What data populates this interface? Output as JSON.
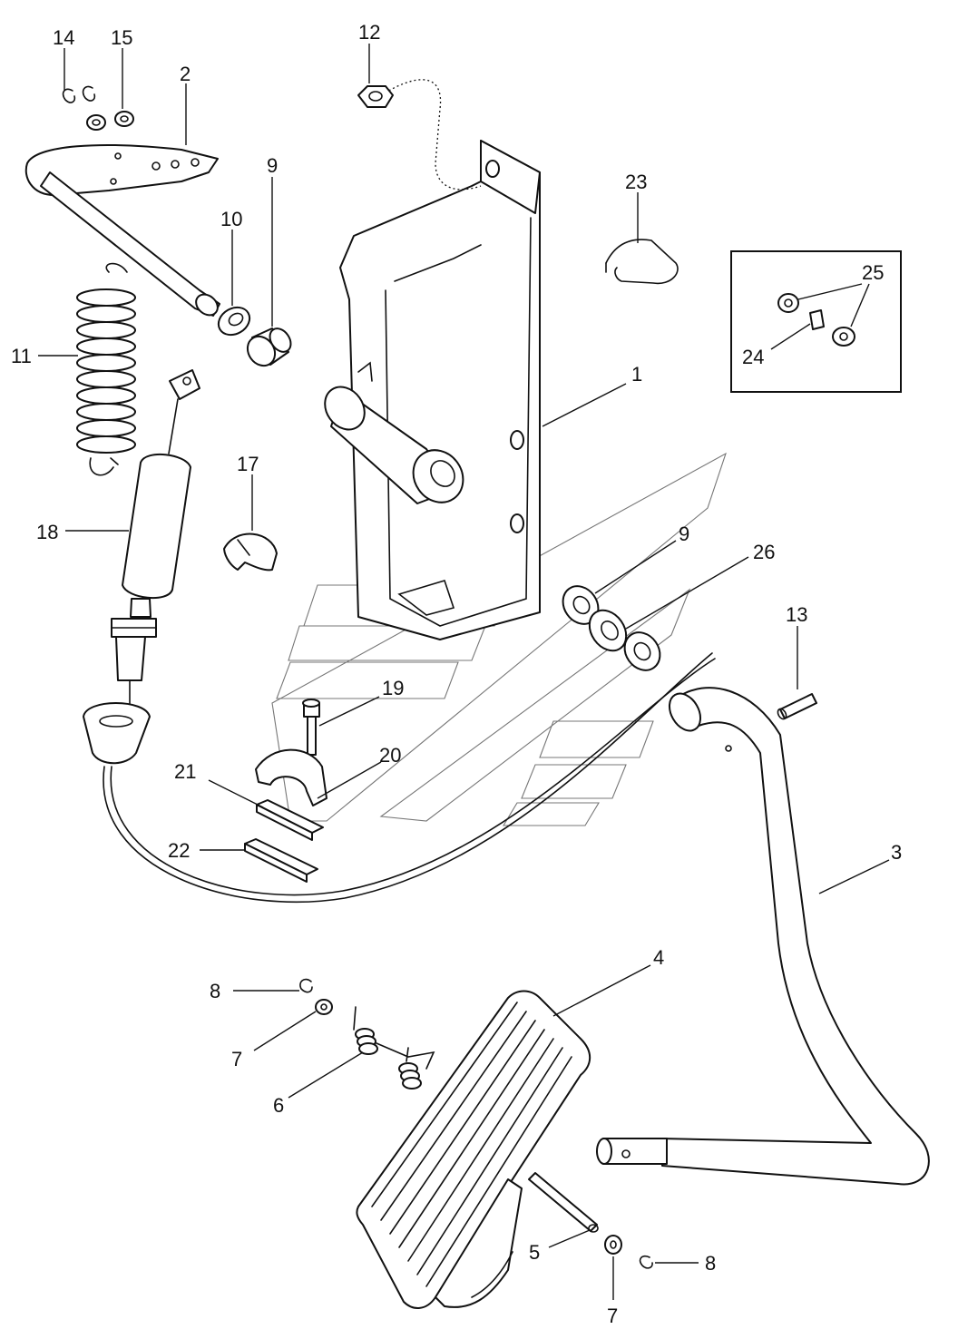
{
  "diagram": {
    "callouts": {
      "c1": "1",
      "c2": "2",
      "c3": "3",
      "c4": "4",
      "c5": "5",
      "c6": "6",
      "c7a": "7",
      "c7b": "7",
      "c8a": "8",
      "c8b": "8",
      "c9a": "9",
      "c9b": "9",
      "c10": "10",
      "c11": "11",
      "c12": "12",
      "c13": "13",
      "c14": "14",
      "c15": "15",
      "c17": "17",
      "c18": "18",
      "c19": "19",
      "c20": "20",
      "c21": "21",
      "c22": "22",
      "c23": "23",
      "c24": "24",
      "c25": "25",
      "c26": "26"
    }
  }
}
